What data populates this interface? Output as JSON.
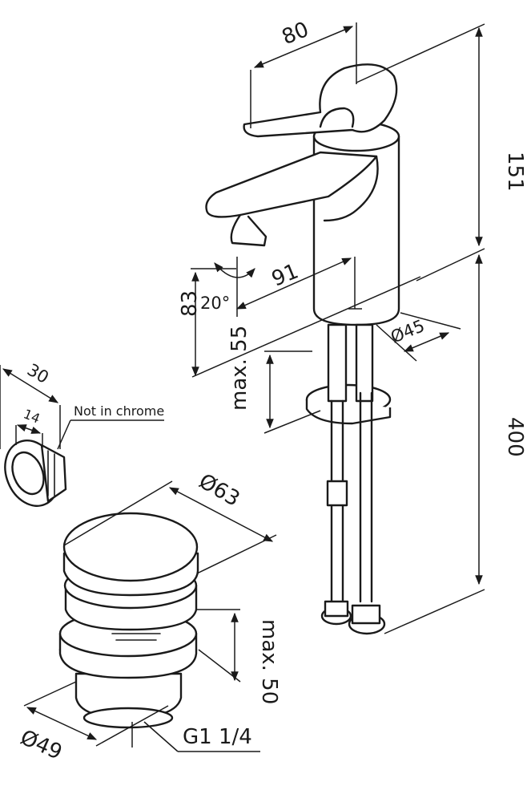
{
  "dimensions": {
    "handle_length": "80",
    "total_height": "151",
    "spout_reach": "91",
    "spout_height": "83",
    "swivel_angle": "20°",
    "body_diameter": "Ø45",
    "max_deck_thickness": "max. 55",
    "hose_length": "400",
    "aerator_width": "30",
    "aerator_depth": "14",
    "waste_cap_diameter": "Ø63",
    "waste_max_thickness": "max. 50",
    "waste_body_diameter": "Ø49",
    "waste_thread": "G1 1/4"
  },
  "notes": {
    "not_in_chrome": "Not in chrome"
  }
}
